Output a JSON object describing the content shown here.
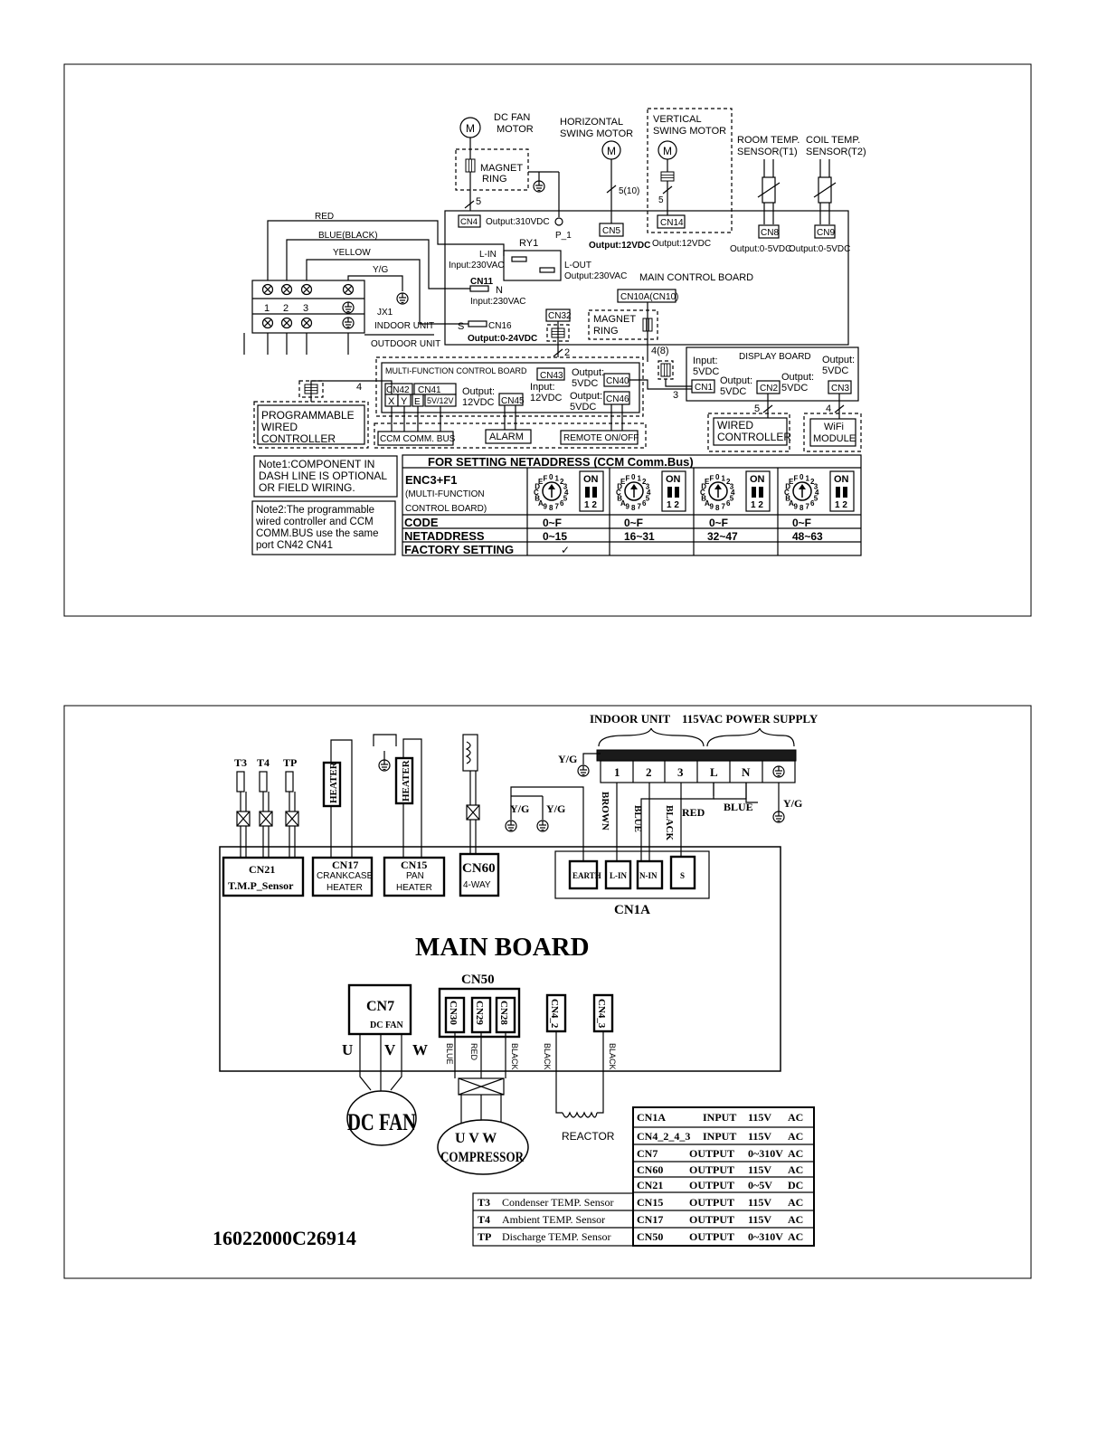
{
  "indoor": {
    "labels": {
      "dc_fan_motor_1": "DC FAN",
      "dc_fan_motor_2": "MOTOR",
      "horizontal_1": "HORIZONTAL",
      "horizontal_2": "SWING MOTOR",
      "vertical_1": "VERTICAL",
      "vertical_2": "SWING MOTOR",
      "room_temp_1": "ROOM TEMP.",
      "room_temp_2": "SENSOR(T1)",
      "coil_temp_1": "COIL TEMP.",
      "coil_temp_2": "SENSOR(T2)",
      "motor_m": "M",
      "magnet_ring_1": "MAGNET",
      "magnet_ring_2": "RING",
      "wire_5": "5",
      "wire_5_10": "5(10)",
      "wire_5b": "5",
      "cn4": "CN4",
      "cn4_out": "Output:310VDC",
      "p1": "P_1",
      "cn5": "CN5",
      "cn5_out": "Output:12VDC",
      "cn14": "CN14",
      "cn14_out": "Output:12VDC",
      "cn8": "CN8",
      "cn8_out": "Output:0-5VDC",
      "cn9": "CN9",
      "cn9_out": "Output:0-5VDC",
      "ry1": "RY1",
      "lin": "L-IN",
      "lin_in": "Input:230VAC",
      "lout": "L-OUT",
      "lout_out": "Output:230VAC",
      "main_control_board": "MAIN  CONTROL  BOARD",
      "cn11": "CN11",
      "n": "N",
      "cn11_in": "Input:230VAC",
      "cn10a": "CN10A(CN10)",
      "s": "S",
      "cn16": "CN16",
      "cn16_out": "Output:0-24VDC",
      "cn32": "CN32",
      "magnet_ring2_1": "MAGNET",
      "magnet_ring2_2": "RING",
      "red": "RED",
      "blue_black": "BLUE(BLACK)",
      "yellow": "YELLOW",
      "yg": "Y/G",
      "t1": "1",
      "t2": "2",
      "t3": "3",
      "jx1": "JX1",
      "indoor_unit": "INDOOR UNIT",
      "outdoor_unit": "OUTDOOR UNIT",
      "w2": "2",
      "w4_8": "4(8)",
      "w3": "3",
      "w4a": "4",
      "w5": "5",
      "w4b": "4",
      "display_board": "DISPLAY BOARD",
      "db_in_1": "Input:",
      "db_in_2": "5VDC",
      "db_out1_1": "Output:",
      "db_out1_2": "5VDC",
      "db_out2_1": "Output:",
      "db_out2_2": "5VDC",
      "db_out3_1": "Output:",
      "db_out3_2": "5VDC",
      "cn1": "CN1",
      "cn2": "CN2",
      "cn3": "CN3",
      "mfcb": "MULTI-FUNCTION CONTROL BOARD",
      "cn42": "CN42",
      "cn41": "CN41",
      "x": "X",
      "y": "Y",
      "e": "E",
      "v512": "5V/12V",
      "mf_out_1": "Output:",
      "mf_out_2": "12VDC",
      "cn45": "CN45",
      "cn43": "CN43",
      "cn43_in_1": "Input:",
      "cn43_in_2": "12VDC",
      "cn43_out_1": "Output:",
      "cn43_out_2": "5VDC",
      "cn40": "CN40",
      "cn46": "CN46",
      "cn46_out_1": "Output:",
      "cn46_out_2": "5VDC",
      "prog_1": "PROGRAMMABLE",
      "prog_2": " WIRED",
      "prog_3": "CONTROLLER",
      "ccm": "CCM COMM. BUS",
      "alarm": "ALARM",
      "remote": "REMOTE ON/OFF",
      "wired_1": "WIRED",
      "wired_2": "CONTROLLER",
      "wifi_1": "WiFi",
      "wifi_2": "MODULE",
      "note1_1": "Note1:COMPONENT IN",
      "note1_2": "DASH LINE IS OPTIONAL",
      "note1_3": "OR FIELD WIRING.",
      "note2_1": "Note2:The programmable",
      "note2_2": "wired controller and CCM",
      "note2_3": "COMM.BUS use the same",
      "note2_4": "port CN42 CN41"
    },
    "netaddress": {
      "title": "FOR SETTING NETADDRESS (CCM Comm.Bus)",
      "enc_1": "ENC3+F1",
      "enc_2": "(MULTI-FUNCTION",
      "enc_3": "CONTROL BOARD)",
      "on": "ON",
      "on_12": "1 2",
      "dial": "0123456789ABCDEF",
      "code_label": "CODE",
      "net_label": "NETADDRESS",
      "factory_label": "FACTORY SETTING",
      "codes": [
        "0~F",
        "0~F",
        "0~F",
        "0~F"
      ],
      "addresses": [
        "0~15",
        "16~31",
        "32~47",
        "48~63"
      ],
      "factory_mark": "✓"
    }
  },
  "outdoor": {
    "labels": {
      "indoor_unit": "INDOOR UNIT",
      "power_supply": "115VAC POWER SUPPLY",
      "term_1": "1",
      "term_2": "2",
      "term_3": "3",
      "term_l": "L",
      "term_n": "N",
      "yg_left": "Y/G",
      "yg_right": "Y/G",
      "yg_a": "Y/G",
      "yg_b": "Y/G",
      "brown": "BROWN",
      "blue_v": "BLUE",
      "black_v": "BLACK",
      "red": "RED",
      "blue_h": "BLUE",
      "t3": "T3",
      "t4": "T4",
      "tp": "TP",
      "heater_1": "HEATER",
      "heater_2": "HEATER",
      "cn21": "CN21",
      "cn21_sub": "T.M.P_Sensor",
      "cn17": "CN17",
      "cn17_sub1": "CRANKCASE",
      "cn17_sub2": "HEATER",
      "cn15": "CN15",
      "cn15_sub1": "PAN",
      "cn15_sub2": "HEATER",
      "cn60": "CN60",
      "cn60_sub": "4-WAY",
      "earth": "EARTH",
      "l_in": "L-IN",
      "n_in": "N-IN",
      "s": "S",
      "cn1a": "CN1A",
      "main_board": "MAIN BOARD",
      "cn50": "CN50",
      "cn7": "CN7",
      "cn7_sub": "DC FAN",
      "cn30": "CN30",
      "cn29": "CN29",
      "cn28": "CN28",
      "cn4_2": "CN4_2",
      "cn4_3": "CN4_3",
      "u": "U",
      "v": "V",
      "w": "W",
      "w_blue": "BLUE",
      "w_red": "RED",
      "w_black1": "BLACK",
      "w_black2": "BLACK",
      "w_black3": "BLACK",
      "dc_fan": "DC FAN",
      "uvw": "U  V  W",
      "compressor": "COMPRESSOR",
      "reactor": "REACTOR",
      "part_no": "16022000C26914"
    },
    "sensor_table": [
      {
        "code": "T3",
        "desc": "Condenser TEMP. Sensor"
      },
      {
        "code": "T4",
        "desc": "Ambient TEMP. Sensor"
      },
      {
        "code": "TP",
        "desc": "Discharge TEMP. Sensor"
      }
    ],
    "port_table": [
      {
        "port": "CN1A",
        "dir": "INPUT",
        "val": "115V",
        "type": "AC"
      },
      {
        "port": "CN4_2_4_3",
        "dir": "INPUT",
        "val": "115V",
        "type": "AC"
      },
      {
        "port": "CN7",
        "dir": "OUTPUT",
        "val": "0~310V",
        "type": "AC"
      },
      {
        "port": "CN60",
        "dir": "OUTPUT",
        "val": "115V",
        "type": "AC"
      },
      {
        "port": "CN21",
        "dir": "OUTPUT",
        "val": "0~5V",
        "type": "DC"
      },
      {
        "port": "CN15",
        "dir": "OUTPUT",
        "val": "115V",
        "type": "AC"
      },
      {
        "port": "CN17",
        "dir": "OUTPUT",
        "val": "115V",
        "type": "AC"
      },
      {
        "port": "CN50",
        "dir": "OUTPUT",
        "val": "0~310V",
        "type": "AC"
      }
    ]
  }
}
